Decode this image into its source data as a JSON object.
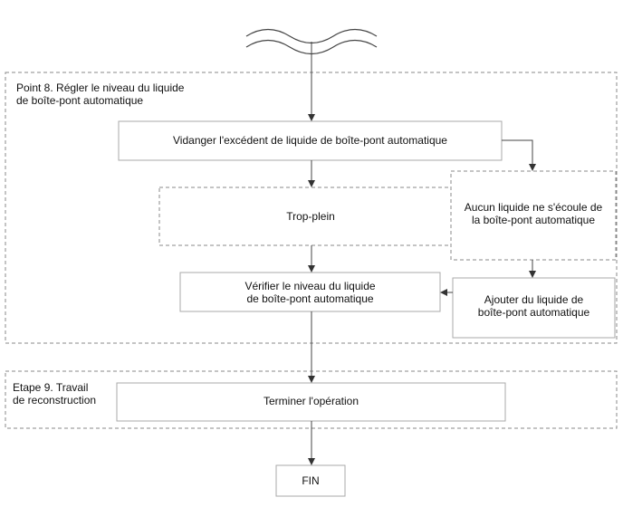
{
  "sections": {
    "step8_title": "Point 8. Régler le niveau du liquide\nde boîte-pont automatique",
    "step9_title": "Etape 9. Travail\nde reconstruction"
  },
  "nodes": {
    "drain": "Vidanger l'excédent de liquide de boîte-pont automatique",
    "overflow": "Trop-plein",
    "no_fluid": "Aucun liquide ne s'écoule de\nla boîte-pont automatique",
    "check_level": "Vérifier le niveau du liquide\nde boîte-pont automatique",
    "add_fluid": "Ajouter du liquide de\nboîte-pont automatique",
    "finish": "Terminer l'opération",
    "end": "FIN"
  },
  "colors": {
    "line": "#444444",
    "box_border": "#aaaaaa",
    "dashed_border": "#888888"
  }
}
